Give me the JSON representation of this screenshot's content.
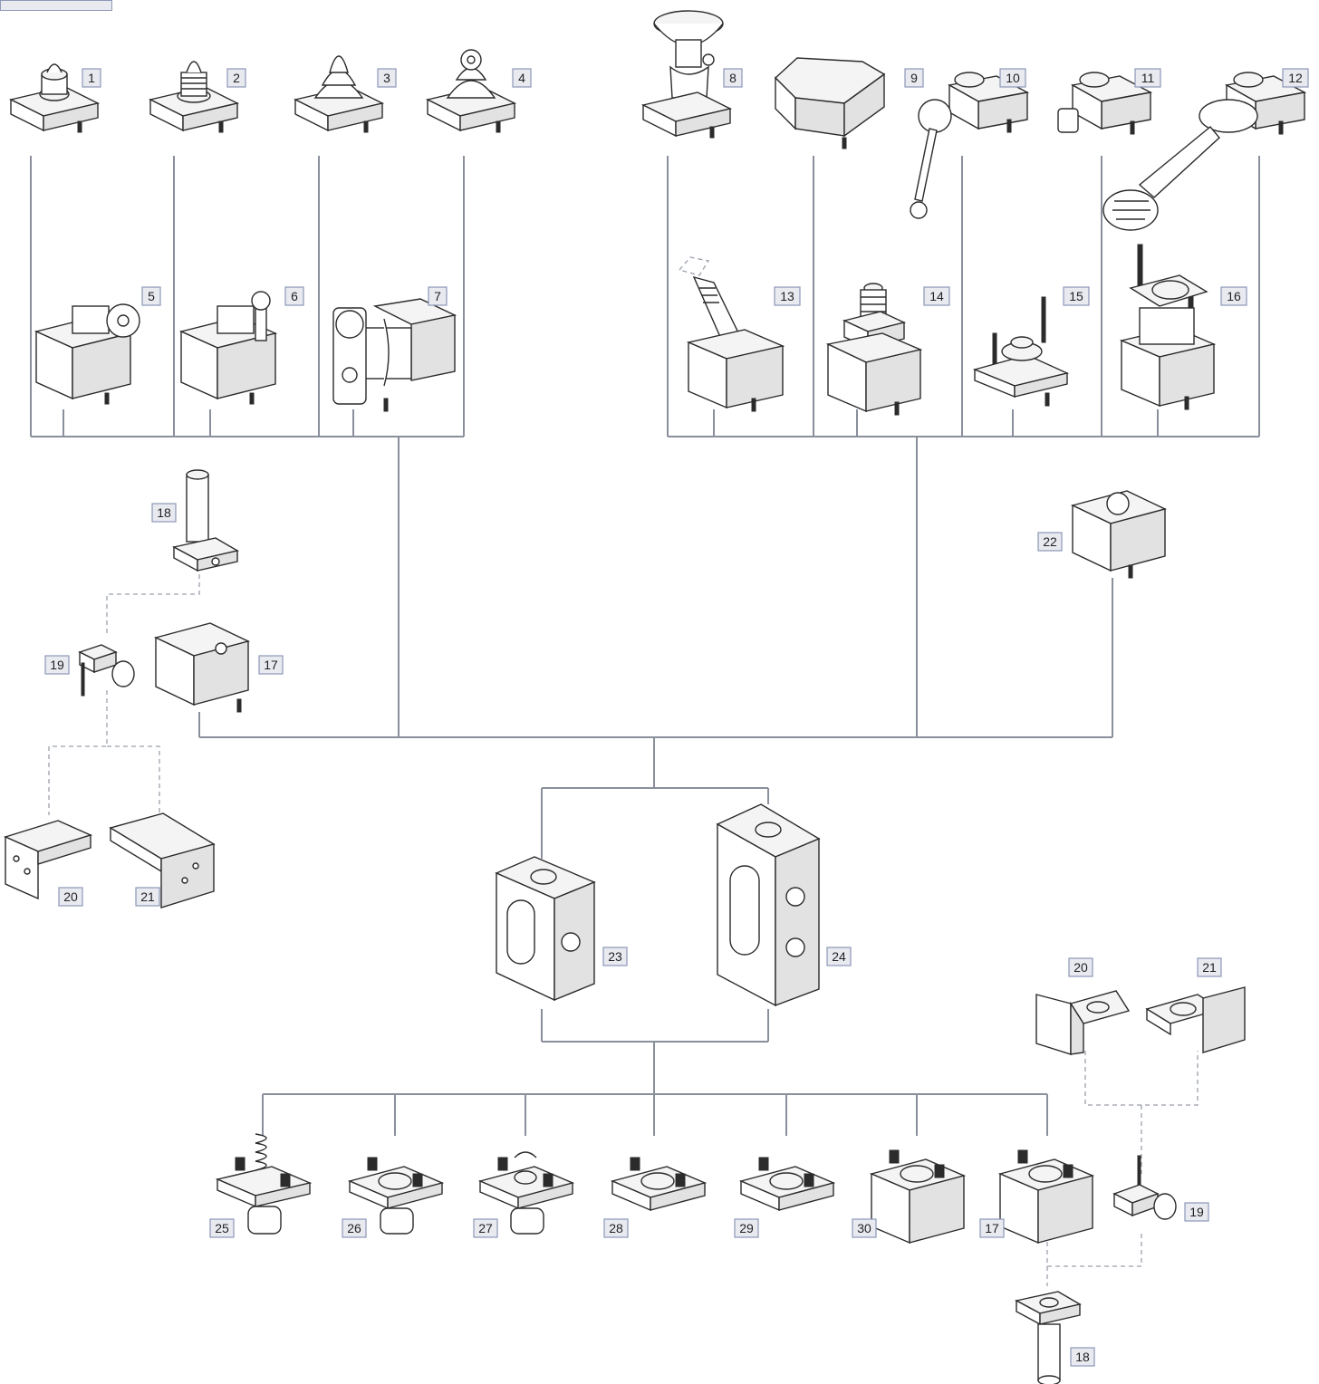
{
  "diagram": {
    "parts": [
      {
        "id": "p1",
        "label": "1"
      },
      {
        "id": "p2",
        "label": "2"
      },
      {
        "id": "p3",
        "label": "3"
      },
      {
        "id": "p4",
        "label": "4"
      },
      {
        "id": "p5",
        "label": "5"
      },
      {
        "id": "p6",
        "label": "6"
      },
      {
        "id": "p7",
        "label": "7"
      },
      {
        "id": "p8",
        "label": "8"
      },
      {
        "id": "p9",
        "label": "9"
      },
      {
        "id": "p10",
        "label": "10"
      },
      {
        "id": "p11",
        "label": "11"
      },
      {
        "id": "p12",
        "label": "12"
      },
      {
        "id": "p13",
        "label": "13"
      },
      {
        "id": "p14",
        "label": "14"
      },
      {
        "id": "p15",
        "label": "15"
      },
      {
        "id": "p16",
        "label": "16"
      },
      {
        "id": "p18a",
        "label": "18"
      },
      {
        "id": "p22",
        "label": "22"
      },
      {
        "id": "p19a",
        "label": "19"
      },
      {
        "id": "p17a",
        "label": "17"
      },
      {
        "id": "p20a",
        "label": "20"
      },
      {
        "id": "p21a",
        "label": "21"
      },
      {
        "id": "p23",
        "label": "23"
      },
      {
        "id": "p24",
        "label": "24"
      },
      {
        "id": "p20b",
        "label": "20"
      },
      {
        "id": "p21b",
        "label": "21"
      },
      {
        "id": "p25",
        "label": "25"
      },
      {
        "id": "p26",
        "label": "26"
      },
      {
        "id": "p27",
        "label": "27"
      },
      {
        "id": "p28",
        "label": "28"
      },
      {
        "id": "p29",
        "label": "29"
      },
      {
        "id": "p30",
        "label": "30"
      },
      {
        "id": "p17b",
        "label": "17"
      },
      {
        "id": "p19b",
        "label": "19"
      },
      {
        "id": "p18b",
        "label": "18"
      }
    ]
  }
}
